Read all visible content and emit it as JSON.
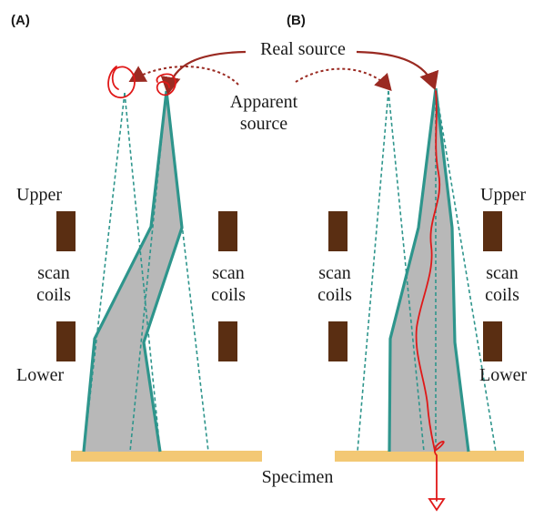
{
  "panels": [
    {
      "label": "(A)"
    },
    {
      "label": "(B)"
    }
  ],
  "labels": {
    "real_source": "Real source",
    "apparent_source_line1": "Apparent",
    "apparent_source_line2": "source",
    "upper": "Upper",
    "scan": "scan",
    "coils": "coils",
    "lower": "Lower",
    "specimen": "Specimen"
  },
  "colors": {
    "beam_edge": "#2e958c",
    "beam_fill": "#b8b8b8",
    "coil": "#5a2e12",
    "specimen": "#f3c874",
    "arrow": "#9a2a22",
    "annotation": "#e01818"
  }
}
